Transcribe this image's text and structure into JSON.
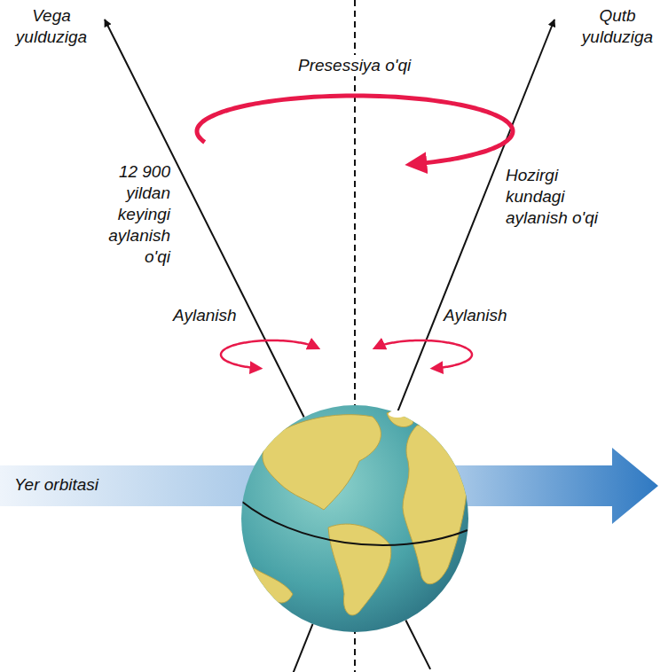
{
  "diagram": {
    "labels": [
      "Vega yulduziga",
      "Presessiya o'qi",
      "Qutb yulduziga",
      "12 900 yildan keyingi aylanish o'qi",
      "Hozirgi kundagi aylanish o'qi",
      "Aylanish",
      "Aylanish",
      "Yer orbitasi"
    ]
  }
}
